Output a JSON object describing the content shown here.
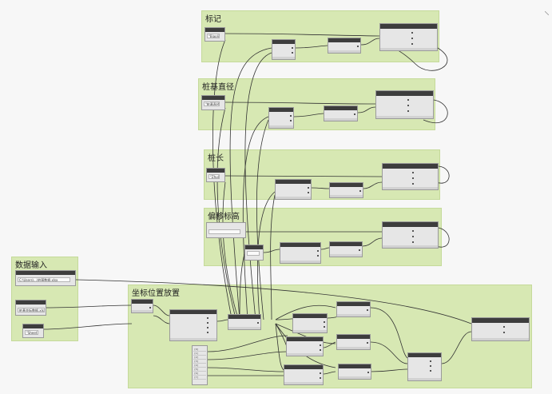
{
  "groups": {
    "biaoji": "标记",
    "zhuji": "桩基直径",
    "zhuchang": "桩长",
    "pianyi": "偏移标高",
    "shuju": "数据输入",
    "zuobiao": "坐标位置放置"
  },
  "inputs": {
    "biaoji_field": "\"BiaoJi\"",
    "zhuji_field": "\"桩基直径\"",
    "zhuchang_field": "\"ZhuChang\"",
    "pianyi_field": "",
    "shuju_path": "C:\\Users\\...\\桩基数据.xlsx",
    "shuju_file": "桩基坐标数据.xlsx",
    "shuju_sheet": "\"Sheet1\""
  },
  "list_rows": [
    "[0]",
    "[1]",
    "[2]",
    "[3]",
    "[4]",
    "[5]",
    "[6]",
    "[7]"
  ],
  "colors": {
    "group_bg": "#d7e8b3",
    "node_header": "#3d3d3d",
    "node_body": "#e6e6e6",
    "wire": "#333333"
  }
}
